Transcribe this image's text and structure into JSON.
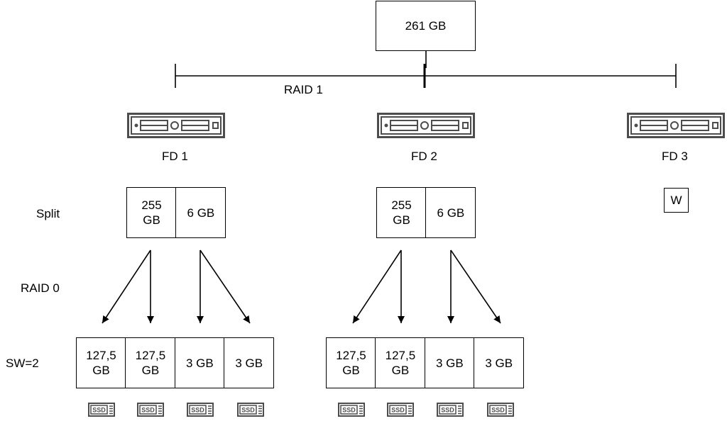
{
  "top": {
    "label": "261 GB"
  },
  "raid1_label": "RAID 1",
  "row_labels": {
    "split": "Split",
    "raid0": "RAID 0",
    "sw": "SW=2"
  },
  "domains": [
    {
      "name": "FD 1",
      "split": [
        "255\nGB",
        "6 GB"
      ],
      "stripes": [
        "127,5\nGB",
        "127,5\nGB",
        "3 GB",
        "3 GB"
      ],
      "ssd": [
        "SSD",
        "SSD",
        "SSD",
        "SSD"
      ]
    },
    {
      "name": "FD 2",
      "split": [
        "255\nGB",
        "6 GB"
      ],
      "stripes": [
        "127,5\nGB",
        "127,5\nGB",
        "3 GB",
        "3 GB"
      ],
      "ssd": [
        "SSD",
        "SSD",
        "SSD",
        "SSD"
      ]
    },
    {
      "name": "FD 3",
      "witness": "W"
    }
  ],
  "icons": {
    "server": "rack-server-icon",
    "disk": "ssd-icon"
  },
  "colors": {
    "stroke": "#000000",
    "icon": "#4d4d4d"
  }
}
